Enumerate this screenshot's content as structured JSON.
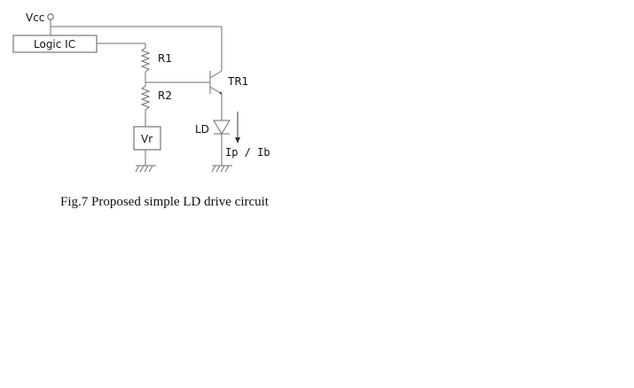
{
  "labels": {
    "vcc": "Vcc",
    "logic_ic": "Logic IC",
    "r1": "R1",
    "r2": "R2",
    "tr1": "TR1",
    "ld": "LD",
    "vr": "Vr",
    "current": "Ip / Ib"
  },
  "caption": "Fig.7 Proposed simple LD drive circuit"
}
